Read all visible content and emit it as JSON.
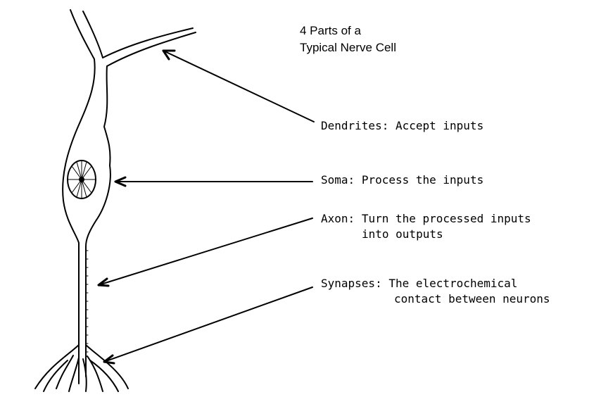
{
  "title": [
    "4 Parts of a",
    "Typical Nerve Cell"
  ],
  "labels": {
    "dendrites": {
      "name": "Dendrites:",
      "desc": [
        "Accept inputs"
      ]
    },
    "soma": {
      "name": "Soma:",
      "desc": [
        "Process the inputs"
      ]
    },
    "axon": {
      "name": "Axon:",
      "desc": [
        "Turn the processed inputs",
        "into outputs"
      ]
    },
    "synapses": {
      "name": "Synapses:",
      "desc": [
        "The electrochemical",
        "contact between neurons"
      ]
    }
  },
  "colors": {
    "line": "#000000",
    "background": "#ffffff"
  }
}
